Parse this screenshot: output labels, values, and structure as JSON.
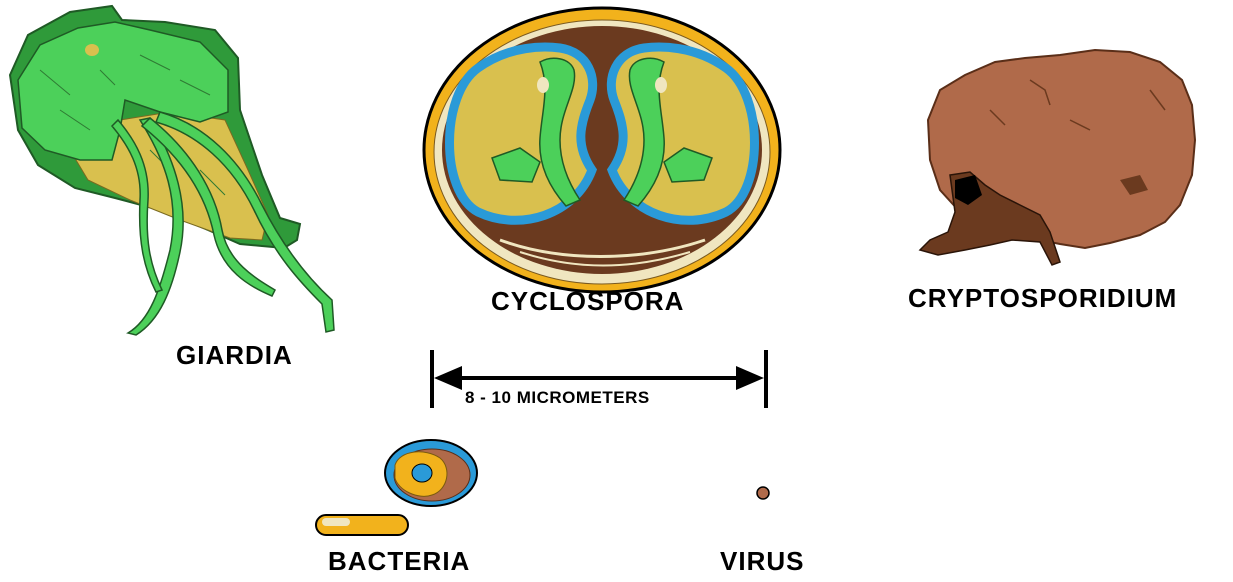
{
  "organisms": {
    "giardia": "GIARDIA",
    "cyclospora": "CYCLOSPORA",
    "cryptosporidium": "CRYPTOSPORIDIUM",
    "bacteria": "BACTERIA",
    "virus": "VIRUS"
  },
  "scale_bar": {
    "label": "8 - 10 MICROMETERS"
  },
  "colors": {
    "green_light": "#4cd05a",
    "green_dark": "#2f9a3a",
    "tan": "#d9c04e",
    "brown": "#6b3a1f",
    "brown_light": "#b06a4a",
    "blue": "#2a9ad8",
    "orange": "#f2b21c",
    "cream": "#f0e6c0"
  }
}
